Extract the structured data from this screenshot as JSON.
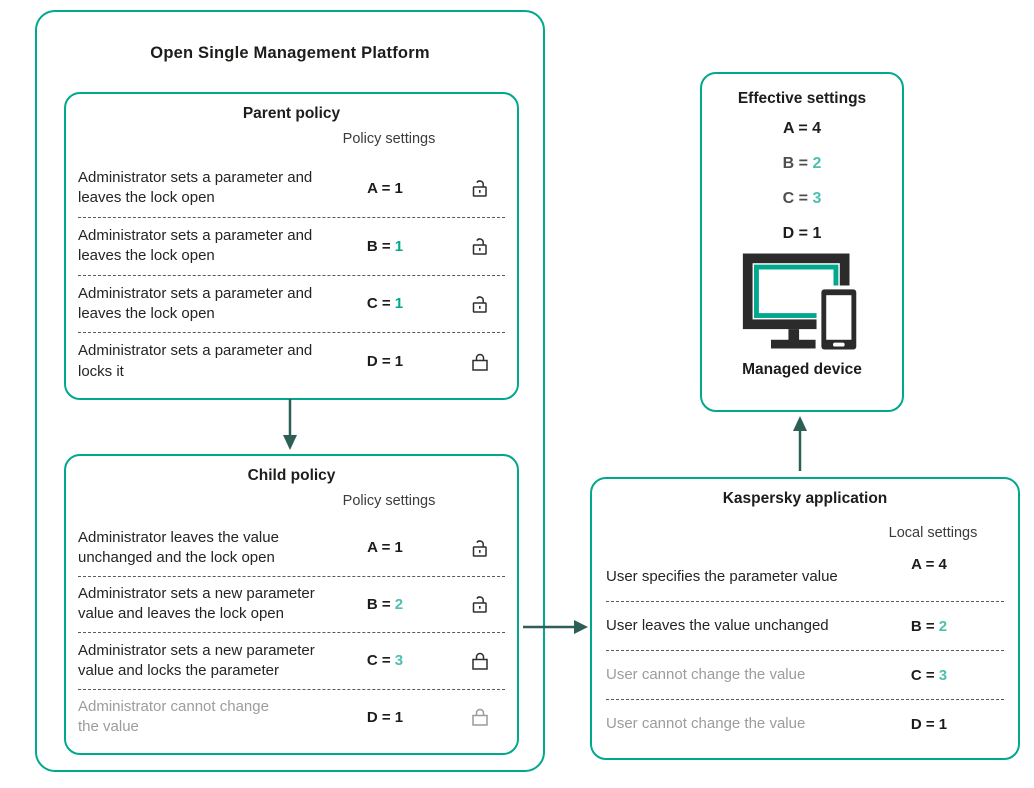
{
  "colors": {
    "box_border_teal": "#00a88e",
    "inherited_value_teal": "#00a88e",
    "changed_value_teal": "#4cc0ae",
    "arrow_dark_teal": "#2e5f57",
    "text_dark": "#1d1d1b",
    "text_gray": "#9c9c9c",
    "lock_gray": "#9a9a9a"
  },
  "platform": {
    "title": "Open Single Management Platform",
    "parent_policy": {
      "title": "Parent policy",
      "settings_header": "Policy settings",
      "rows": [
        {
          "text": "Administrator sets a parameter and\nleaves the lock open",
          "label": "A =",
          "value": "1",
          "lock": "lock-open-icon"
        },
        {
          "text": "Administrator sets a parameter and\nleaves the lock open",
          "label": "B =",
          "value": "1",
          "lock": "lock-open-icon"
        },
        {
          "text": "Administrator sets a parameter and\nleaves the lock open",
          "label": "C =",
          "value": "1",
          "lock": "lock-open-icon"
        },
        {
          "text": "Administrator sets a parameter and\nlocks it",
          "label": "D =",
          "value": "1",
          "lock": "lock-closed-icon"
        }
      ]
    },
    "child_policy": {
      "title": "Child policy",
      "settings_header": "Policy settings",
      "rows": [
        {
          "text": "Administrator leaves the value\nunchanged  and the lock open",
          "label": "A =",
          "value": "1",
          "lock": "lock-open-icon"
        },
        {
          "text": "Administrator sets a new parameter\nvalue and leaves the lock open",
          "label": "B =",
          "value": "2",
          "lock": "lock-open-icon"
        },
        {
          "text": "Administrator sets a new parameter\nvalue and locks the parameter",
          "label": "C =",
          "value": "3",
          "lock": "lock-closed-icon"
        },
        {
          "text": "Administrator cannot change\nthe value",
          "label": "D =",
          "value": "1",
          "lock": "lock-closed-icon"
        }
      ]
    }
  },
  "effective_settings": {
    "title": "Effective settings",
    "values": [
      {
        "label": "A =",
        "value": "4"
      },
      {
        "label": "B =",
        "value": "2"
      },
      {
        "label": "C =",
        "value": "3"
      },
      {
        "label": "D =",
        "value": "1"
      }
    ],
    "device_icon": "monitor-phone-icon",
    "device_label": "Managed device"
  },
  "kaspersky_app": {
    "title": "Kaspersky application",
    "settings_header": "Local settings",
    "rows": [
      {
        "text": "User specifies the parameter value",
        "label": "A =",
        "value": "4"
      },
      {
        "text": "User leaves the value unchanged",
        "label": "B =",
        "value": "2"
      },
      {
        "text": "User cannot change the value",
        "label": "C =",
        "value": "3"
      },
      {
        "text": "User cannot change the value",
        "label": "D =",
        "value": "1"
      }
    ]
  }
}
